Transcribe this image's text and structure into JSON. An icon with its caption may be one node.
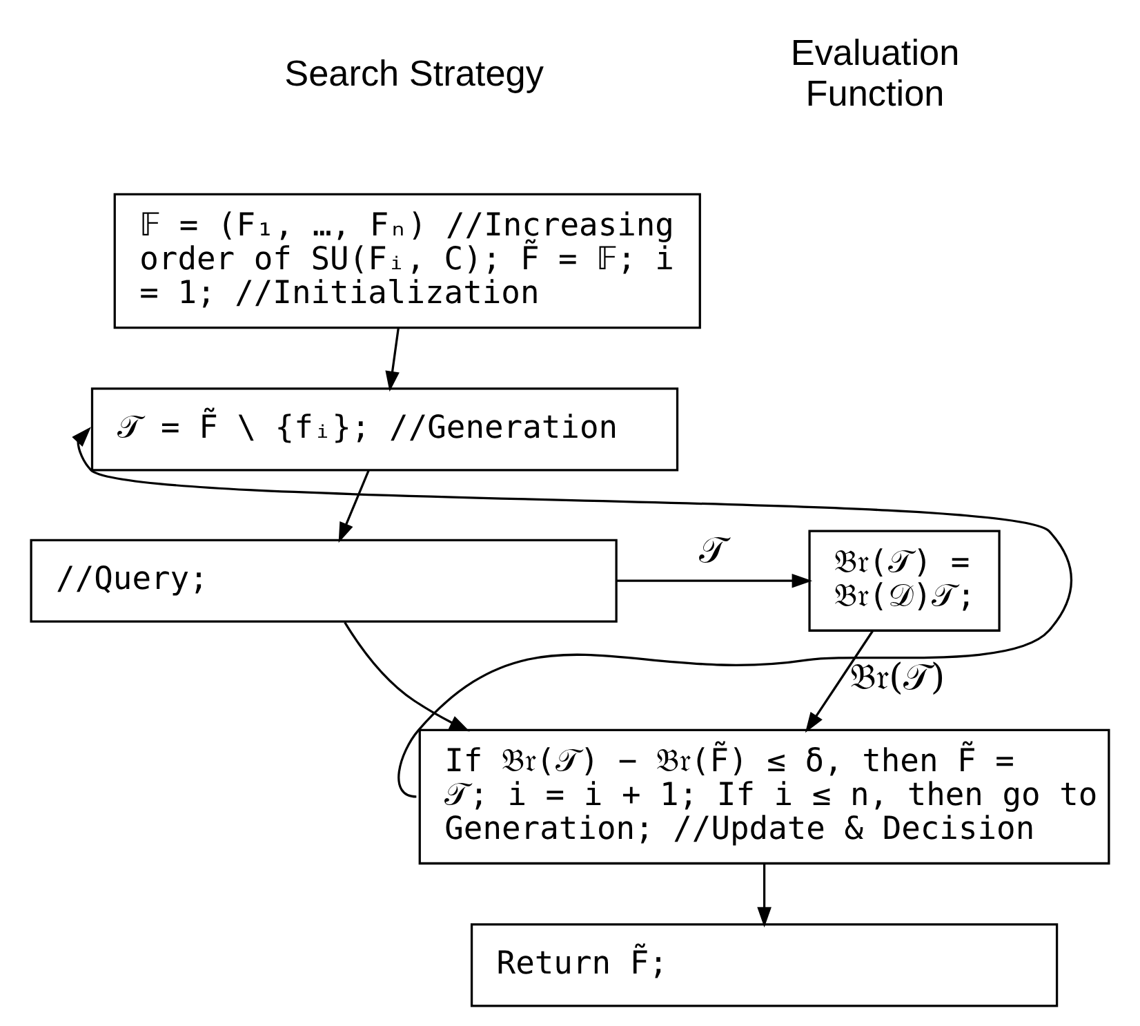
{
  "diagram": {
    "nodes": [
      {
        "text": [
          "𝔽 = (F₁, …, Fₙ) //Increasing order of SU(Fᵢ, C); F̃ = 𝔽; i = 1; //Initialization"
        ]
      },
      {
        "text": [
          "𝒯 = F̃ \\ {fᵢ}; //Generation"
        ]
      },
      {
        "text": [
          "//Query;"
        ]
      },
      {
        "text": [
          "𝔅𝔯(𝒯) = 𝔅𝔯(𝒟)𝒯;"
        ]
      },
      {
        "text": [
          "If 𝔅𝔯(𝒯) − 𝔅𝔯(F̃) ≤ δ, then F̃ = 𝒯; i = i + 1; If i ≤ n, then go to Generation; //Update & Decision"
        ]
      },
      {
        "text": [
          "Return F̃;"
        ]
      }
    ],
    "edges": [
      {
        "from": 0,
        "to": 1,
        "arrow": "to"
      },
      {
        "from": 1,
        "to": 2,
        "arrow": "to"
      },
      {
        "from": 2,
        "to": 3,
        "arrow": "to",
        "label": "𝒯"
      },
      {
        "from": 2,
        "to": 4,
        "arrow": "to"
      },
      {
        "from": 3,
        "to": 4,
        "arrow": "to",
        "label": "𝔅𝔯(𝒯)"
      },
      {
        "from": 4,
        "to": 1,
        "arrow": "to"
      },
      {
        "from": 4,
        "to": 5,
        "arrow": "to"
      }
    ],
    "labels": [
      "Search Strategy",
      "Evaluation Function"
    ]
  }
}
